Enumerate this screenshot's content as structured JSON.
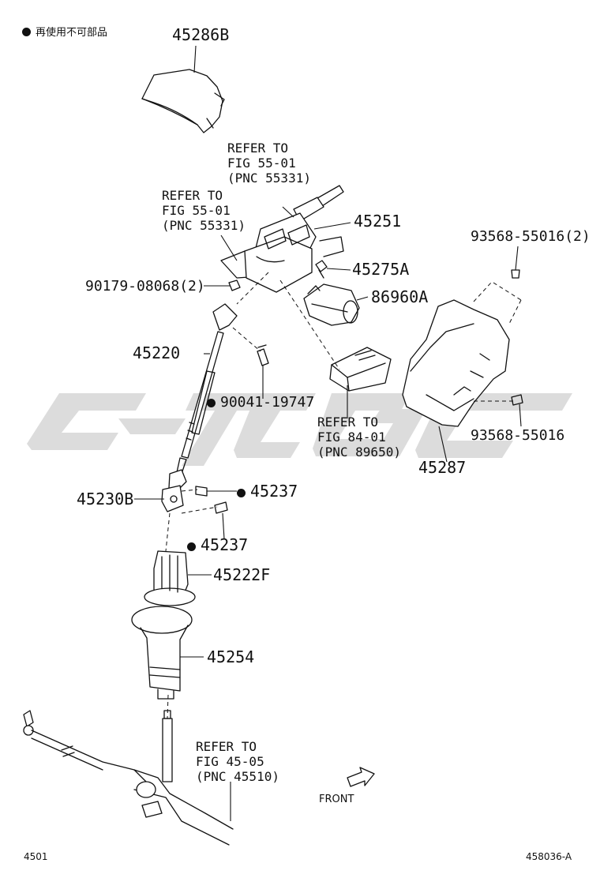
{
  "legend": {
    "marker_text": "再使用不可部品"
  },
  "parts": {
    "p45286B": "45286B",
    "p45251": "45251",
    "p45275A": "45275A",
    "p86960A": "86960A",
    "p90179": "90179-08068(2)",
    "p45220": "45220",
    "p90041": "90041-19747",
    "p45230B": "45230B",
    "p45237a": "45237",
    "p45237b": "45237",
    "p45222F": "45222F",
    "p45254": "45254",
    "p45287": "45287",
    "p93568_2": "93568-55016(2)",
    "p93568": "93568-55016"
  },
  "refs": {
    "ref1": {
      "l1": "REFER TO",
      "l2": "FIG 55-01",
      "l3": "(PNC 55331)"
    },
    "ref2": {
      "l1": "REFER TO",
      "l2": "FIG 55-01",
      "l3": "(PNC 55331)"
    },
    "ref3": {
      "l1": "REFER TO",
      "l2": "FIG 84-01",
      "l3": "(PNC 89650)"
    },
    "ref4": {
      "l1": "REFER TO",
      "l2": "FIG 45-05",
      "l3": "(PNC 45510)"
    }
  },
  "front_label": "FRONT",
  "footer": {
    "left": "4501",
    "right": "458036-A"
  },
  "colors": {
    "line": "#111111",
    "watermark": "#dcdcdc"
  }
}
